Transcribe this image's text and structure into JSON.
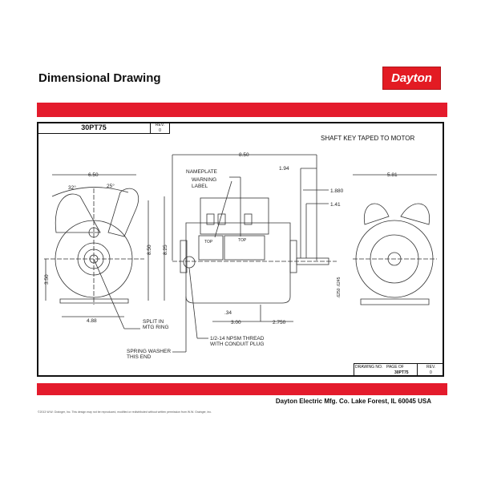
{
  "header": {
    "title": "Dimensional Drawing",
    "logo_text": "Dayton"
  },
  "drawing": {
    "part_number": "30PT75",
    "rev_label": "REV.",
    "rev_value": "0",
    "note": "SHAFT KEY TAPED TO MOTOR",
    "dimensions": {
      "front_width": "6.50",
      "angle_left": "32°",
      "angle_right": "25°",
      "height_total": "8.50",
      "height_housing": "8.25",
      "shaft_height": "3.50",
      "base_width": "4.88",
      "overall_length": "8.50",
      "shaft_ext": "1.94",
      "shaft_len": "1.880",
      "key_len": "1.41",
      "shaft_dia": ".6250 .6245",
      "slot": ".34",
      "mount_spacing": "3.00",
      "mount_to_end": "2.750",
      "rear_width": "5.81"
    },
    "labels": {
      "nameplate": "NAMEPLATE",
      "warning_1": "WARNING",
      "warning_2": "LABEL",
      "top1": "TOP",
      "top2": "TOP",
      "split_1": "SPLIT IN",
      "split_2": "MTG RING",
      "thread_1": "1/2-14 NPSM THREAD",
      "thread_2": "WITH CONDUIT PLUG",
      "washer_1": "SPRING WASHER",
      "washer_2": "THIS END"
    },
    "title_block": {
      "drawing_no_label": "DRAWING NO.",
      "page_label": "PAGE  OF",
      "drawing_no": "30PT75",
      "rev_label": "REV.",
      "rev_value": "0"
    }
  },
  "footer": {
    "address": "Dayton Electric Mfg. Co.  Lake Forest, IL  60045  USA",
    "copyright": "©2013 W.W. Grainger, Inc.   This design may not be reproduced, modified or redistributed without written permission from W.W. Grainger, Inc."
  },
  "colors": {
    "brand_red": "#e41b2c"
  }
}
